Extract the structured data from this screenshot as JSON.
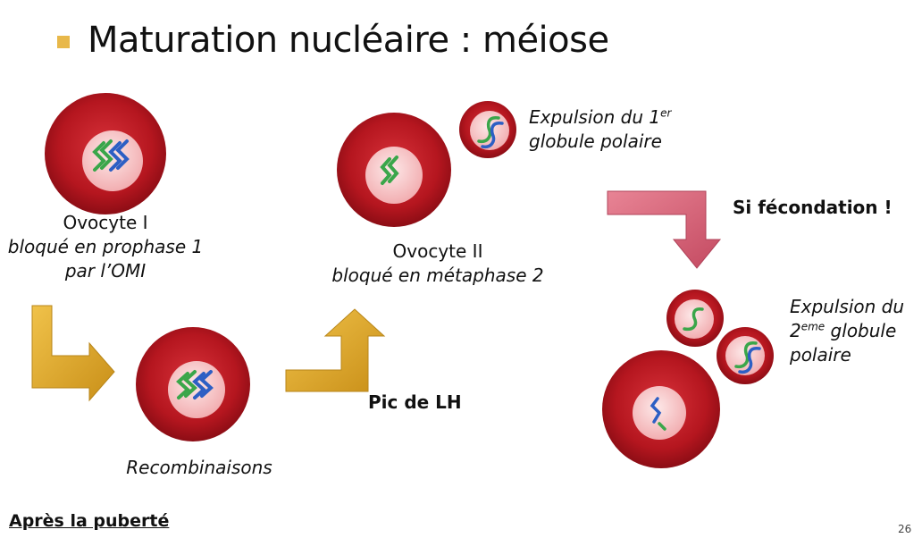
{
  "title": "Maturation nucléaire : méiose",
  "ovocyte1": {
    "name": "Ovocyte I",
    "line2": "bloqué en prophase 1",
    "line3": "par l’OMI"
  },
  "recombination": {
    "label": "Recombinaisons"
  },
  "pic_lh": {
    "label": "Pic de LH"
  },
  "ovocyte2": {
    "name": "Ovocyte II",
    "line2": "bloqué en métaphase 2"
  },
  "globule1": {
    "line1": "Expulsion du 1",
    "line1_sup": "er",
    "line2": "globule polaire"
  },
  "fecondation": {
    "label": "Si fécondation !"
  },
  "globule2": {
    "line1": "Expulsion du",
    "line2_pre": "2",
    "line2_sup": "eme",
    "line2_post": " globule",
    "line3": "polaire"
  },
  "footer": {
    "text": "Après la puberté"
  },
  "page_number": "26",
  "colors": {
    "cell_outer": "#a8131d",
    "cell_inner": "#f7c9ca",
    "chromosome_green": "#3aa64a",
    "chromosome_blue": "#2d5fc4",
    "arrow_gold": "#d9a52a",
    "arrow_pink": "#d9657a",
    "title_bullet": "#e8b84a"
  }
}
